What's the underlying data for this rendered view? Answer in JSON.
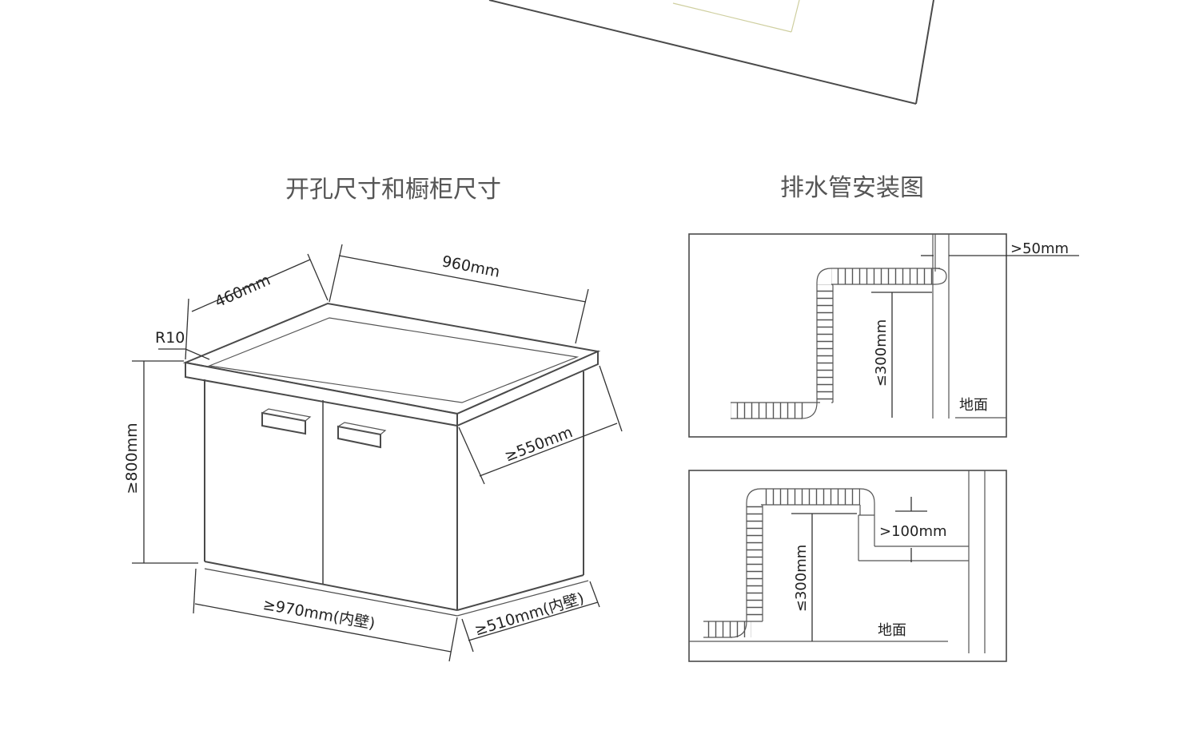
{
  "titles": {
    "left": "开孔尺寸和橱柜尺寸",
    "right": "排水管安装图"
  },
  "cabinet": {
    "depth_top": "460mm",
    "width_top": "960mm",
    "corner_radius": "R10",
    "height": "≥800mm",
    "depth_side": "≥550mm",
    "inner_width": "≥970mm(内壁)",
    "inner_depth": "≥510mm(内壁)"
  },
  "drain_top": {
    "wall_gap": ">50mm",
    "height": "≤300mm",
    "floor": "地面"
  },
  "drain_bottom": {
    "gap": ">100mm",
    "height": "≤300mm",
    "floor": "地面"
  }
}
